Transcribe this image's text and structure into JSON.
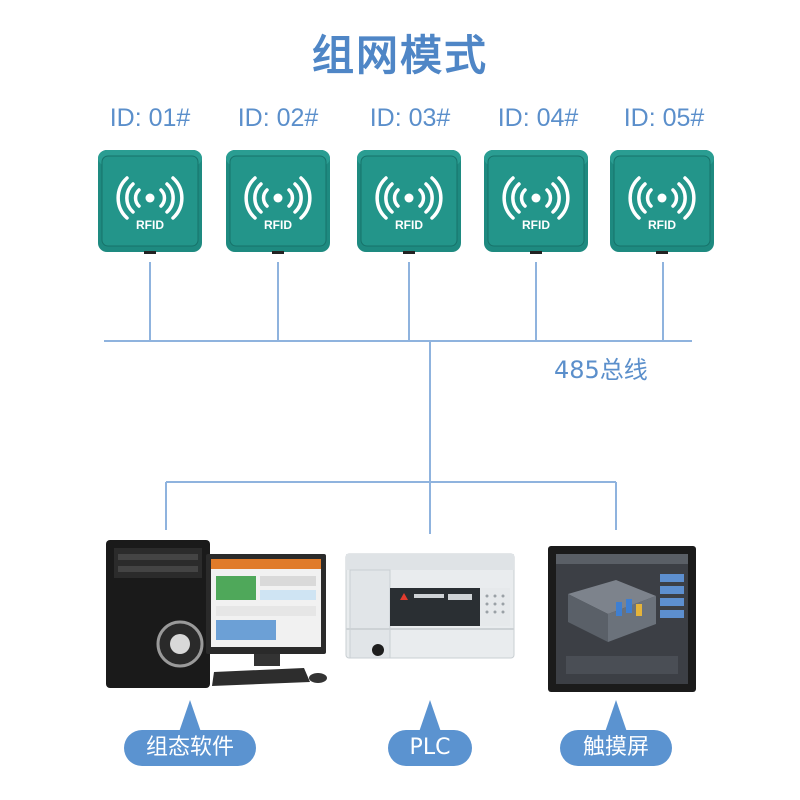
{
  "title": "组网模式",
  "readers": [
    {
      "id_label": "ID: 01#",
      "badge": "RFID"
    },
    {
      "id_label": "ID: 02#",
      "badge": "RFID"
    },
    {
      "id_label": "ID: 03#",
      "badge": "RFID"
    },
    {
      "id_label": "ID: 04#",
      "badge": "RFID"
    },
    {
      "id_label": "ID: 05#",
      "badge": "RFID"
    }
  ],
  "bus_label": "485总线",
  "devices": [
    {
      "name": "组态软件",
      "icon": "desktop-computer-icon"
    },
    {
      "name": "PLC",
      "icon": "plc-controller-icon"
    },
    {
      "name": "触摸屏",
      "icon": "touch-screen-icon"
    }
  ],
  "colors": {
    "title": "#4f86c6",
    "line": "#8fb3de",
    "reader_body": "#1f8c81",
    "callout": "#5b93d0"
  }
}
